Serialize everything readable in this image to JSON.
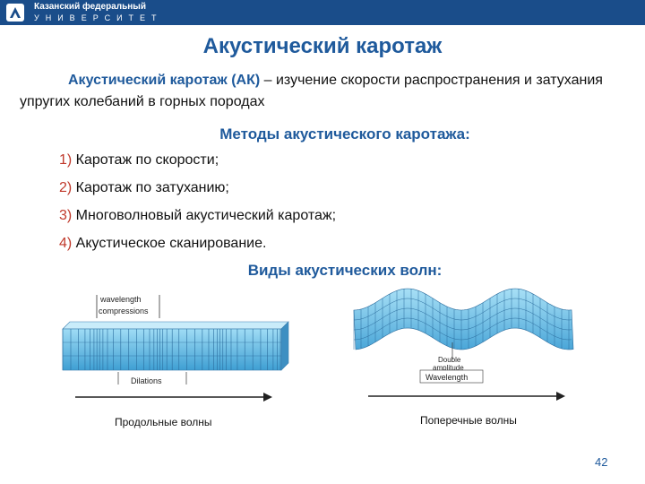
{
  "header": {
    "university_name": "Казанский федеральный",
    "university_subtitle": "УНИВЕРСИТЕТ"
  },
  "slide": {
    "title": "Акустический каротаж",
    "definition_term": "Акустический каротаж (АК)",
    "definition_text": " – изучение скорости распространения и затухания упругих колебаний в горных породах",
    "methods_heading": "Методы акустического каротажа:",
    "methods": [
      {
        "num": "1)",
        "text": " Каротаж по скорости;"
      },
      {
        "num": "2)",
        "text": " Каротаж по затуханию;"
      },
      {
        "num": "3)",
        "text": " Многоволновый акустический каротаж;"
      },
      {
        "num": "4)",
        "text": " Акустическое сканирование."
      }
    ],
    "waves_heading": "Виды акустических волн:",
    "page_number": "42"
  },
  "figures": {
    "longitudinal": {
      "label_wavelength": "wavelength",
      "label_compressions": "compressions",
      "label_dilations": "Dilations",
      "caption": "Продольные волны"
    },
    "transverse": {
      "label_amplitude_1": "Double",
      "label_amplitude_2": "amplitude",
      "label_wavelength": "Wavelength",
      "caption": "Поперечные волны"
    }
  },
  "colors": {
    "header_bg": "#1a4d8a",
    "title": "#1f5a9c",
    "list_number": "#c0392b",
    "wave_fill": "#6cc3e8"
  }
}
